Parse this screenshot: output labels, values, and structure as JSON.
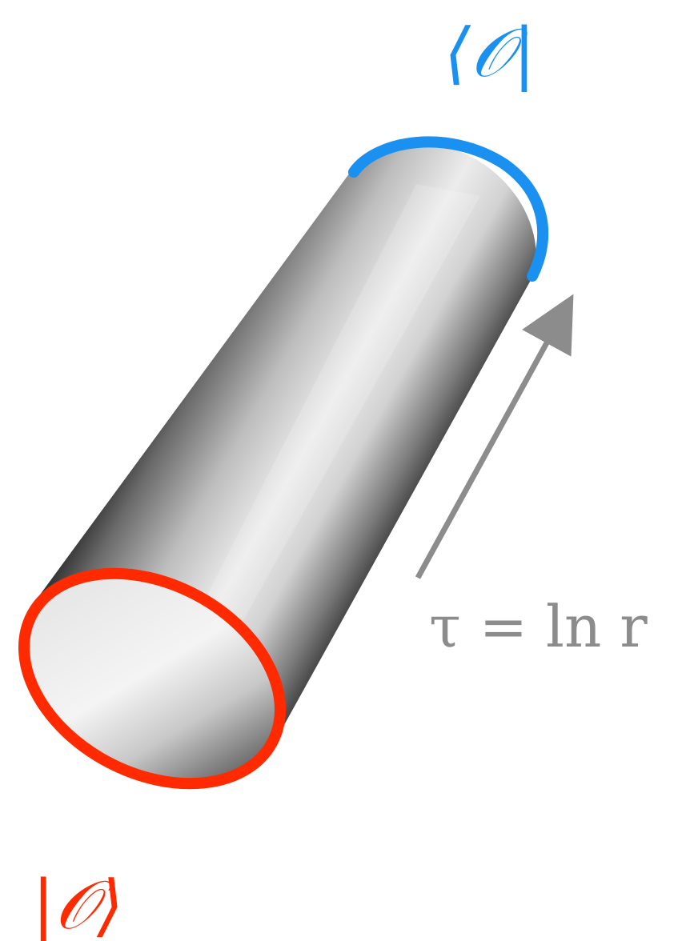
{
  "labels": {
    "bra": "⟨𝒪|",
    "ket": "|𝒪⟩",
    "time_relation": "τ = ln r"
  },
  "colors": {
    "bra_color": "#1a90f0",
    "ket_color": "#ff2a00",
    "arrow_color": "#8c8c8c",
    "cylinder_shade_dark": "#3a3a3a",
    "cylinder_shade_light": "#f0f0f0"
  }
}
